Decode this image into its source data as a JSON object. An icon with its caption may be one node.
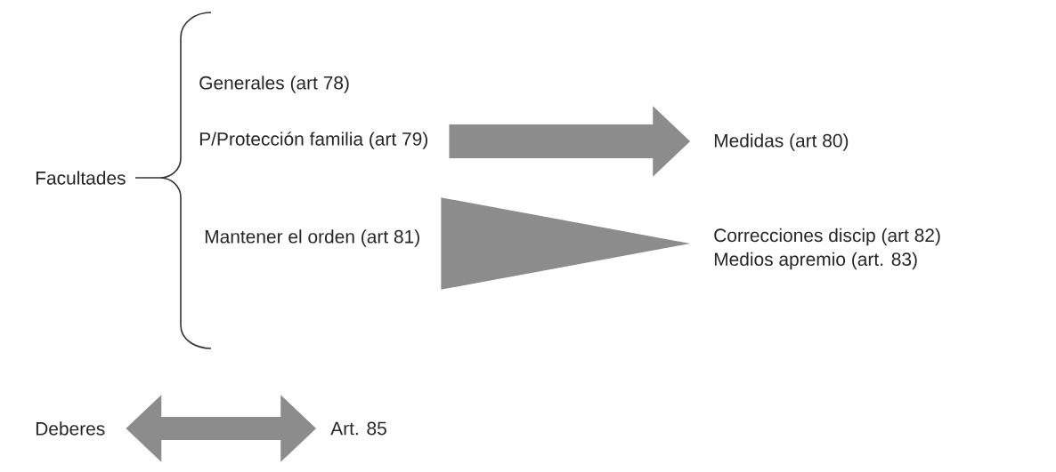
{
  "diagram": {
    "nodes": [
      {
        "text": [
          "Facultades"
        ]
      },
      {
        "text": [
          "Generales (art 78)"
        ]
      },
      {
        "text": [
          "P/Protección familia (art 79)"
        ]
      },
      {
        "text": [
          "Medidas (art 80)"
        ]
      },
      {
        "text": [
          "Mantener el orden (art 81)"
        ]
      },
      {
        "text": [
          "Correcciones discip (art 82)",
          "Medios apremio (art. 83)"
        ]
      },
      {
        "text": [
          "Deberes"
        ]
      },
      {
        "text": [
          "Art. 85"
        ]
      }
    ],
    "edges": [
      {
        "from": 2,
        "to": 3,
        "arrow": "to"
      },
      {
        "from": 4,
        "to": 5,
        "arrow": "to"
      },
      {
        "from": 6,
        "to": 7,
        "arrow": "both"
      }
    ]
  }
}
